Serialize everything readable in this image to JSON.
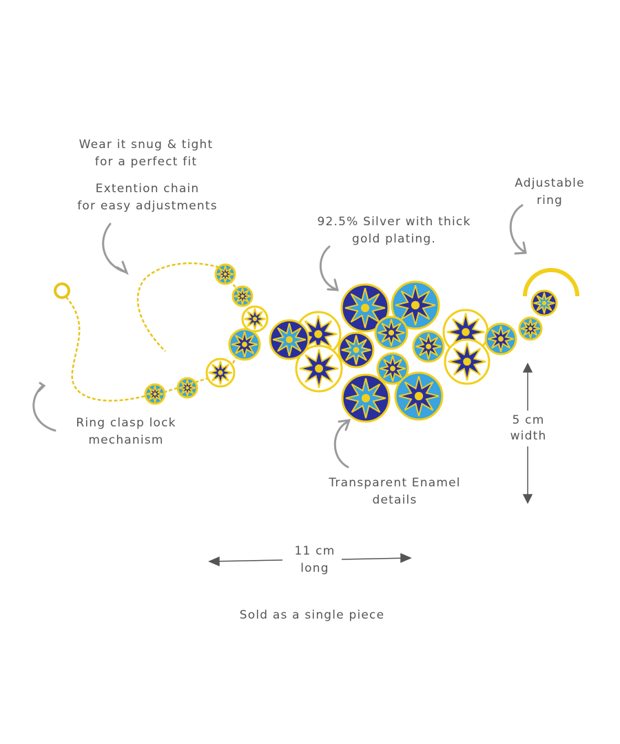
{
  "annotations": {
    "fit": {
      "line1": "Wear it snug & tight",
      "line2": "for a perfect fit"
    },
    "extension": {
      "line1": "Extention chain",
      "line2": "for easy adjustments"
    },
    "ring": {
      "line1": "Adjustable",
      "line2": "ring"
    },
    "material": {
      "line1": "92.5% Silver with thick",
      "line2": "gold plating."
    },
    "clasp": {
      "line1": "Ring clasp lock",
      "line2": "mechanism"
    },
    "enamel": {
      "line1": "Transparent Enamel",
      "line2": "details"
    },
    "width": {
      "line1": "5 cm",
      "line2": "width"
    },
    "length": {
      "line1": "11 cm",
      "line2": "long"
    },
    "footer": "Sold as a single piece"
  },
  "colors": {
    "gold": "#f2cf1a",
    "dark_enamel": "#2a2f9e",
    "light_enamel": "#3aa3e0",
    "text": "#555555",
    "arrow": "#9a9a9a"
  }
}
